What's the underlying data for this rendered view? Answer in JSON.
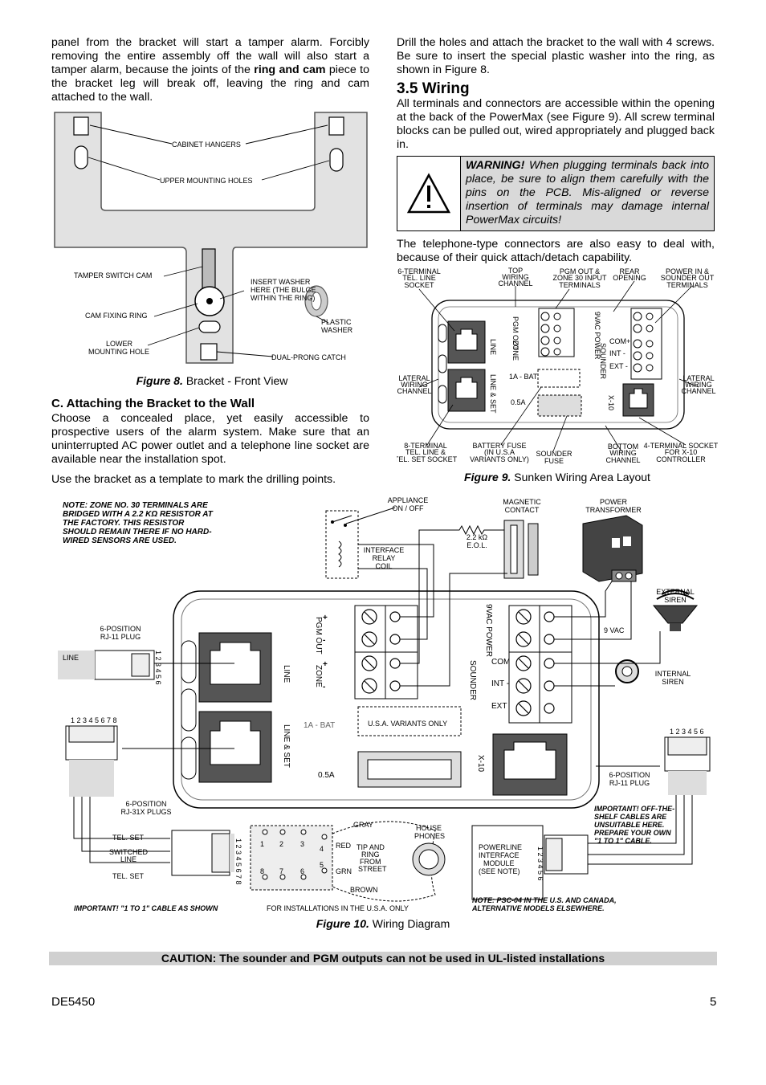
{
  "left_col": {
    "para1_a": "panel from the bracket will start a tamper alarm. Forcibly removing the entire assembly off the wall will also start a tamper alarm, because the joints of the ",
    "para1_bold": "ring and cam",
    "para1_b": " piece to the bracket leg will break off, leaving the ring and cam attached to the wall.",
    "fig8_caption_label": "Figure 8.",
    "fig8_caption_text": " Bracket - Front View",
    "heading_c": "C. Attaching the Bracket to the Wall",
    "para2": "Choose a concealed place, yet easily accessible to prospective users of the alarm system. Make sure that an uninterrupted AC power outlet and a telephone line socket are available near the installation spot.",
    "para3": "Use the bracket as a template to mark the drilling points."
  },
  "right_col": {
    "para1": "Drill the holes and attach the bracket to the wall with 4 screws. Be sure to insert the special plastic washer into the ring, as shown in Figure 8.",
    "heading_35": "3.5 Wiring",
    "para2": "All terminals and connectors are accessible within the opening at the back of the PowerMax (see Figure 9). All screw terminal blocks can be pulled out, wired appropriately and plugged back in.",
    "warning_label": "WARNING!",
    "warning_text": " When plugging terminals back into place, be sure to align them carefully with the pins on the PCB. Mis-aligned or reverse insertion of terminals may damage internal PowerMax circuits!",
    "para3": "The telephone-type connectors are also easy to deal with, because of their quick attach/detach capability.",
    "fig9_caption_label": "Figure 9.",
    "fig9_caption_text": " Sunken Wiring Area Layout"
  },
  "fig8": {
    "cabinet_hangers": "CABINET HANGERS",
    "upper_holes": "UPPER MOUNTING HOLES",
    "tamper_cam": "TAMPER SWITCH CAM",
    "insert_washer": [
      "INSERT WASHER",
      "HERE (THE BULGE",
      "WITHIN THE RING)"
    ],
    "cam_ring": "CAM FIXING RING",
    "plastic_washer": [
      "PLASTIC",
      "WASHER"
    ],
    "lower_hole": [
      "LOWER",
      "MOUNTING HOLE"
    ],
    "dual_catch": "DUAL-PRONG CATCH"
  },
  "fig9": {
    "tel_socket_6": [
      "6-TERMINAL",
      "TEL. LINE",
      "SOCKET"
    ],
    "top_channel": [
      "TOP",
      "WIRING",
      "CHANNEL"
    ],
    "pgm_zone": [
      "PGM OUT &",
      "ZONE 30 INPUT",
      "TERMINALS"
    ],
    "rear_opening": [
      "REAR",
      "OPENING"
    ],
    "power_in": [
      "POWER IN &",
      "SOUNDER OUT",
      "TERMINALS"
    ],
    "lateral_left": [
      "LATERAL",
      "WIRING",
      "CHANNEL"
    ],
    "lateral_right": [
      "LATERAL",
      "WIRING",
      "CHANNEL"
    ],
    "tel_socket_8": [
      "8-TERMINAL",
      "TEL. LINE &",
      "TEL. SET SOCKET"
    ],
    "battery_fuse": [
      "BATTERY FUSE",
      "(IN U.S.A",
      "VARIANTS ONLY)"
    ],
    "sounder_fuse": [
      "SOUNDER",
      "FUSE"
    ],
    "bottom_channel": [
      "BOTTOM",
      "WIRING",
      "CHANNEL"
    ],
    "x10_socket": [
      "4-TERMINAL SOCKET",
      "FOR X-10",
      "CONTROLLER"
    ],
    "board": {
      "pgm": "PGM OUT",
      "zone": "ZONE",
      "line": "LINE",
      "line_set": "LINE & SET",
      "bat": "1A - BAT",
      "fuse": "0.5A",
      "power": "9VAC POWER",
      "sounder": "SOUNDER",
      "com": "COM+",
      "int": "INT -",
      "ext": "EXT -",
      "x10": "X-10"
    }
  },
  "fig10": {
    "note": [
      "NOTE: ZONE NO. 30 TERMINALS ARE",
      "BRIDGED WITH A 2.2 KΩ RESISTOR AT",
      "THE FACTORY. THIS RESISTOR",
      "SHOULD REMAIN THERE IF NO HARD-",
      "WIRED SENSORS ARE USED."
    ],
    "appliance": [
      "APPLIANCE",
      "ON / OFF"
    ],
    "relay_coil": [
      "INTERFACE",
      "RELAY",
      "COIL"
    ],
    "magnetic": [
      "MAGNETIC",
      "CONTACT"
    ],
    "resistor": [
      "2.2 kΩ",
      "E.O.L."
    ],
    "power_transformer": [
      "POWER",
      "TRANSFORMER"
    ],
    "external_siren": [
      "EXTERNAL",
      "SIREN"
    ],
    "vac9": "9 VAC",
    "internal_siren": [
      "INTERNAL",
      "SIREN"
    ],
    "plug6": [
      "6-POSITION",
      "RJ-11 PLUG"
    ],
    "line": "LINE",
    "pins6": "1 2 3 4 5 6",
    "pins8": "1 2 3 4 5 6 7 8",
    "plug6x": [
      "6-POSITION",
      "RJ-31X PLUGS"
    ],
    "tel_set": "TEL. SET",
    "switched_line": [
      "SWITCHED",
      "LINE"
    ],
    "tel_set2": "TEL. SET",
    "important1": "IMPORTANT! \"1 TO 1\" CABLE AS SHOWN",
    "gray": "GRAY",
    "red": "RED",
    "grn": "GRN",
    "brown": "BROWN",
    "tip_ring": [
      "TIP AND",
      "RING",
      "FROM",
      "STREET"
    ],
    "house_phones": [
      "HOUSE",
      "PHONES"
    ],
    "usa_only": "FOR INSTALLATIONS IN THE U.S.A. ONLY",
    "pim": [
      "POWERLINE",
      "INTERFACE",
      "MODULE",
      "(SEE NOTE)"
    ],
    "important2": [
      "IMPORTANT! OFF-THE-",
      "SHELF CABLES ARE",
      "UNSUITABLE HERE.",
      "PREPARE YOUR OWN",
      "\"1 TO 1\" CABLE."
    ],
    "plug6b": [
      "6-POSITION",
      "RJ-11 PLUG"
    ],
    "note2": [
      "NOTE: PSC-04 IN THE U.S. AND CANADA,",
      "ALTERNATIVE MODELS ELSEWHERE."
    ],
    "usa_variants": "U.S.A. VARIANTS ONLY",
    "board": {
      "pgm": "PGM OUT",
      "zone": "ZONE",
      "line": "LINE",
      "line_set": "LINE & SET",
      "bat": "1A - BAT",
      "fuse": "0.5A",
      "power": "9VAC POWER",
      "sounder": "SOUNDER",
      "com": "COM+",
      "int": "INT -",
      "ext": "EXT -",
      "x10": "X-10"
    },
    "caption_label": "Figure 10.",
    "caption_text": " Wiring Diagram"
  },
  "caution": "CAUTION: The sounder and PGM outputs can not be used in UL-listed installations",
  "footer": {
    "doc": "DE5450",
    "page": "5"
  }
}
